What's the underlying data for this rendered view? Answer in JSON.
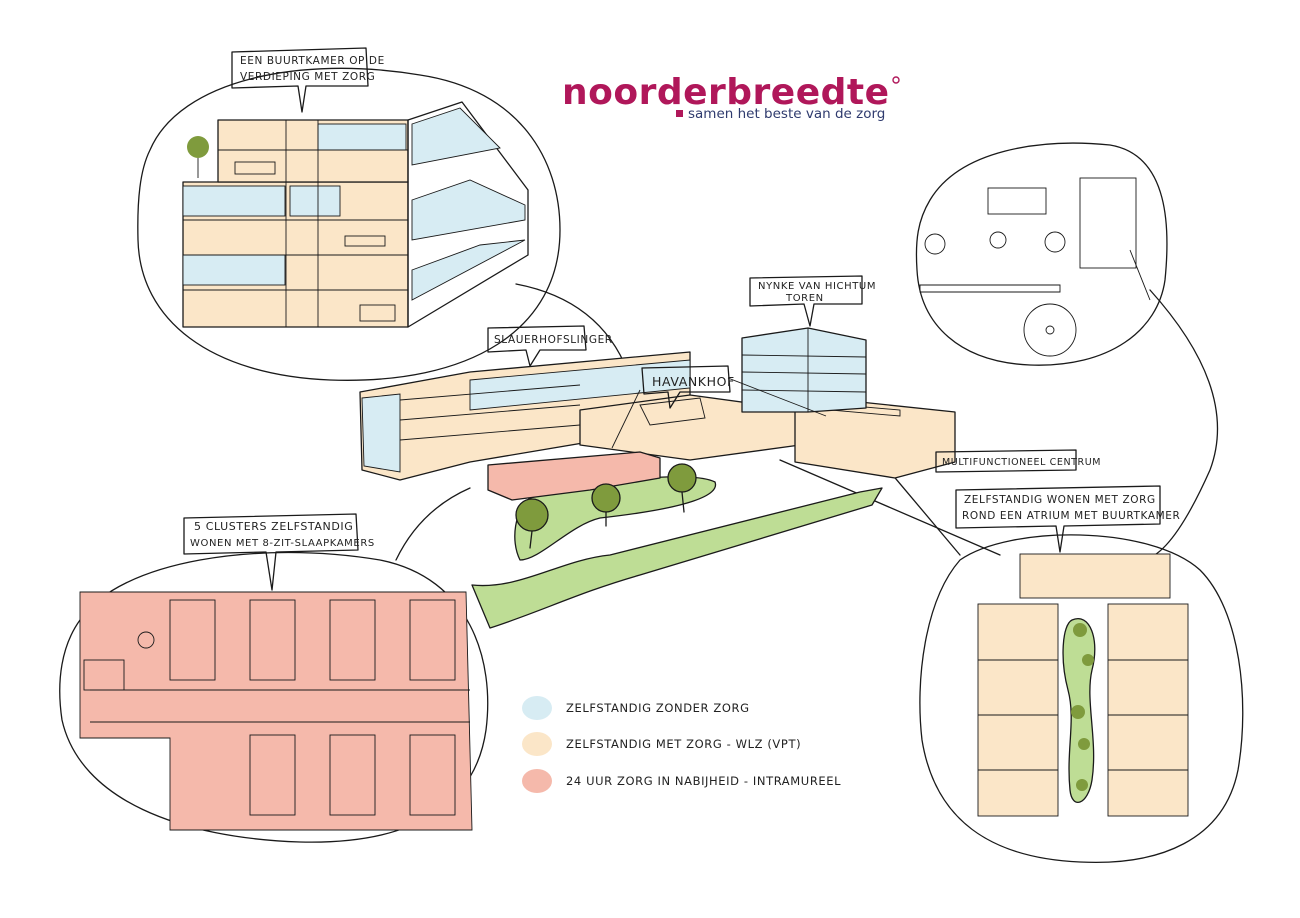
{
  "brand": {
    "name": "noorderbreedte",
    "tagline": "samen het beste van de zorg",
    "color_primary": "#b0175a",
    "color_tagline": "#2f3b6e"
  },
  "callouts": {
    "buurtkamer": [
      "EEN BUURTKAMER OP DE",
      "VERDIEPING MET ZORG"
    ],
    "clusters": [
      "5 CLUSTERS ZELFSTANDIG",
      "WONEN MET  8-ZIT-SLAAPKAMERS"
    ],
    "atrium": [
      "ZELFSTANDIG WONEN MET ZORG",
      "ROND EEN ATRIUM MET BUURTKAMER"
    ],
    "slauerhof": "SLAUERHOFSLINGER",
    "nynke": [
      "NYNKE VAN HICHTUM",
      "TOREN"
    ],
    "havankhof": "HAVANKHOF",
    "multi": "MULTIFUNCTIONEEL CENTRUM"
  },
  "legend": [
    {
      "label": "ZELFSTANDIG  ZONDER ZORG",
      "color": "#d7ecf3"
    },
    {
      "label": "ZELFSTANDIG MET ZORG - WLZ (VPT)",
      "color": "#fbe6c8"
    },
    {
      "label": "24 UUR ZORG  IN NABIJHEID - INTRAMUREEL",
      "color": "#f5b9ab"
    }
  ],
  "colors": {
    "blue": "#d7ecf3",
    "peach": "#fbe6c8",
    "pink": "#f5b9ab",
    "green": "#bedd95",
    "tree": "#7f9b3d"
  }
}
